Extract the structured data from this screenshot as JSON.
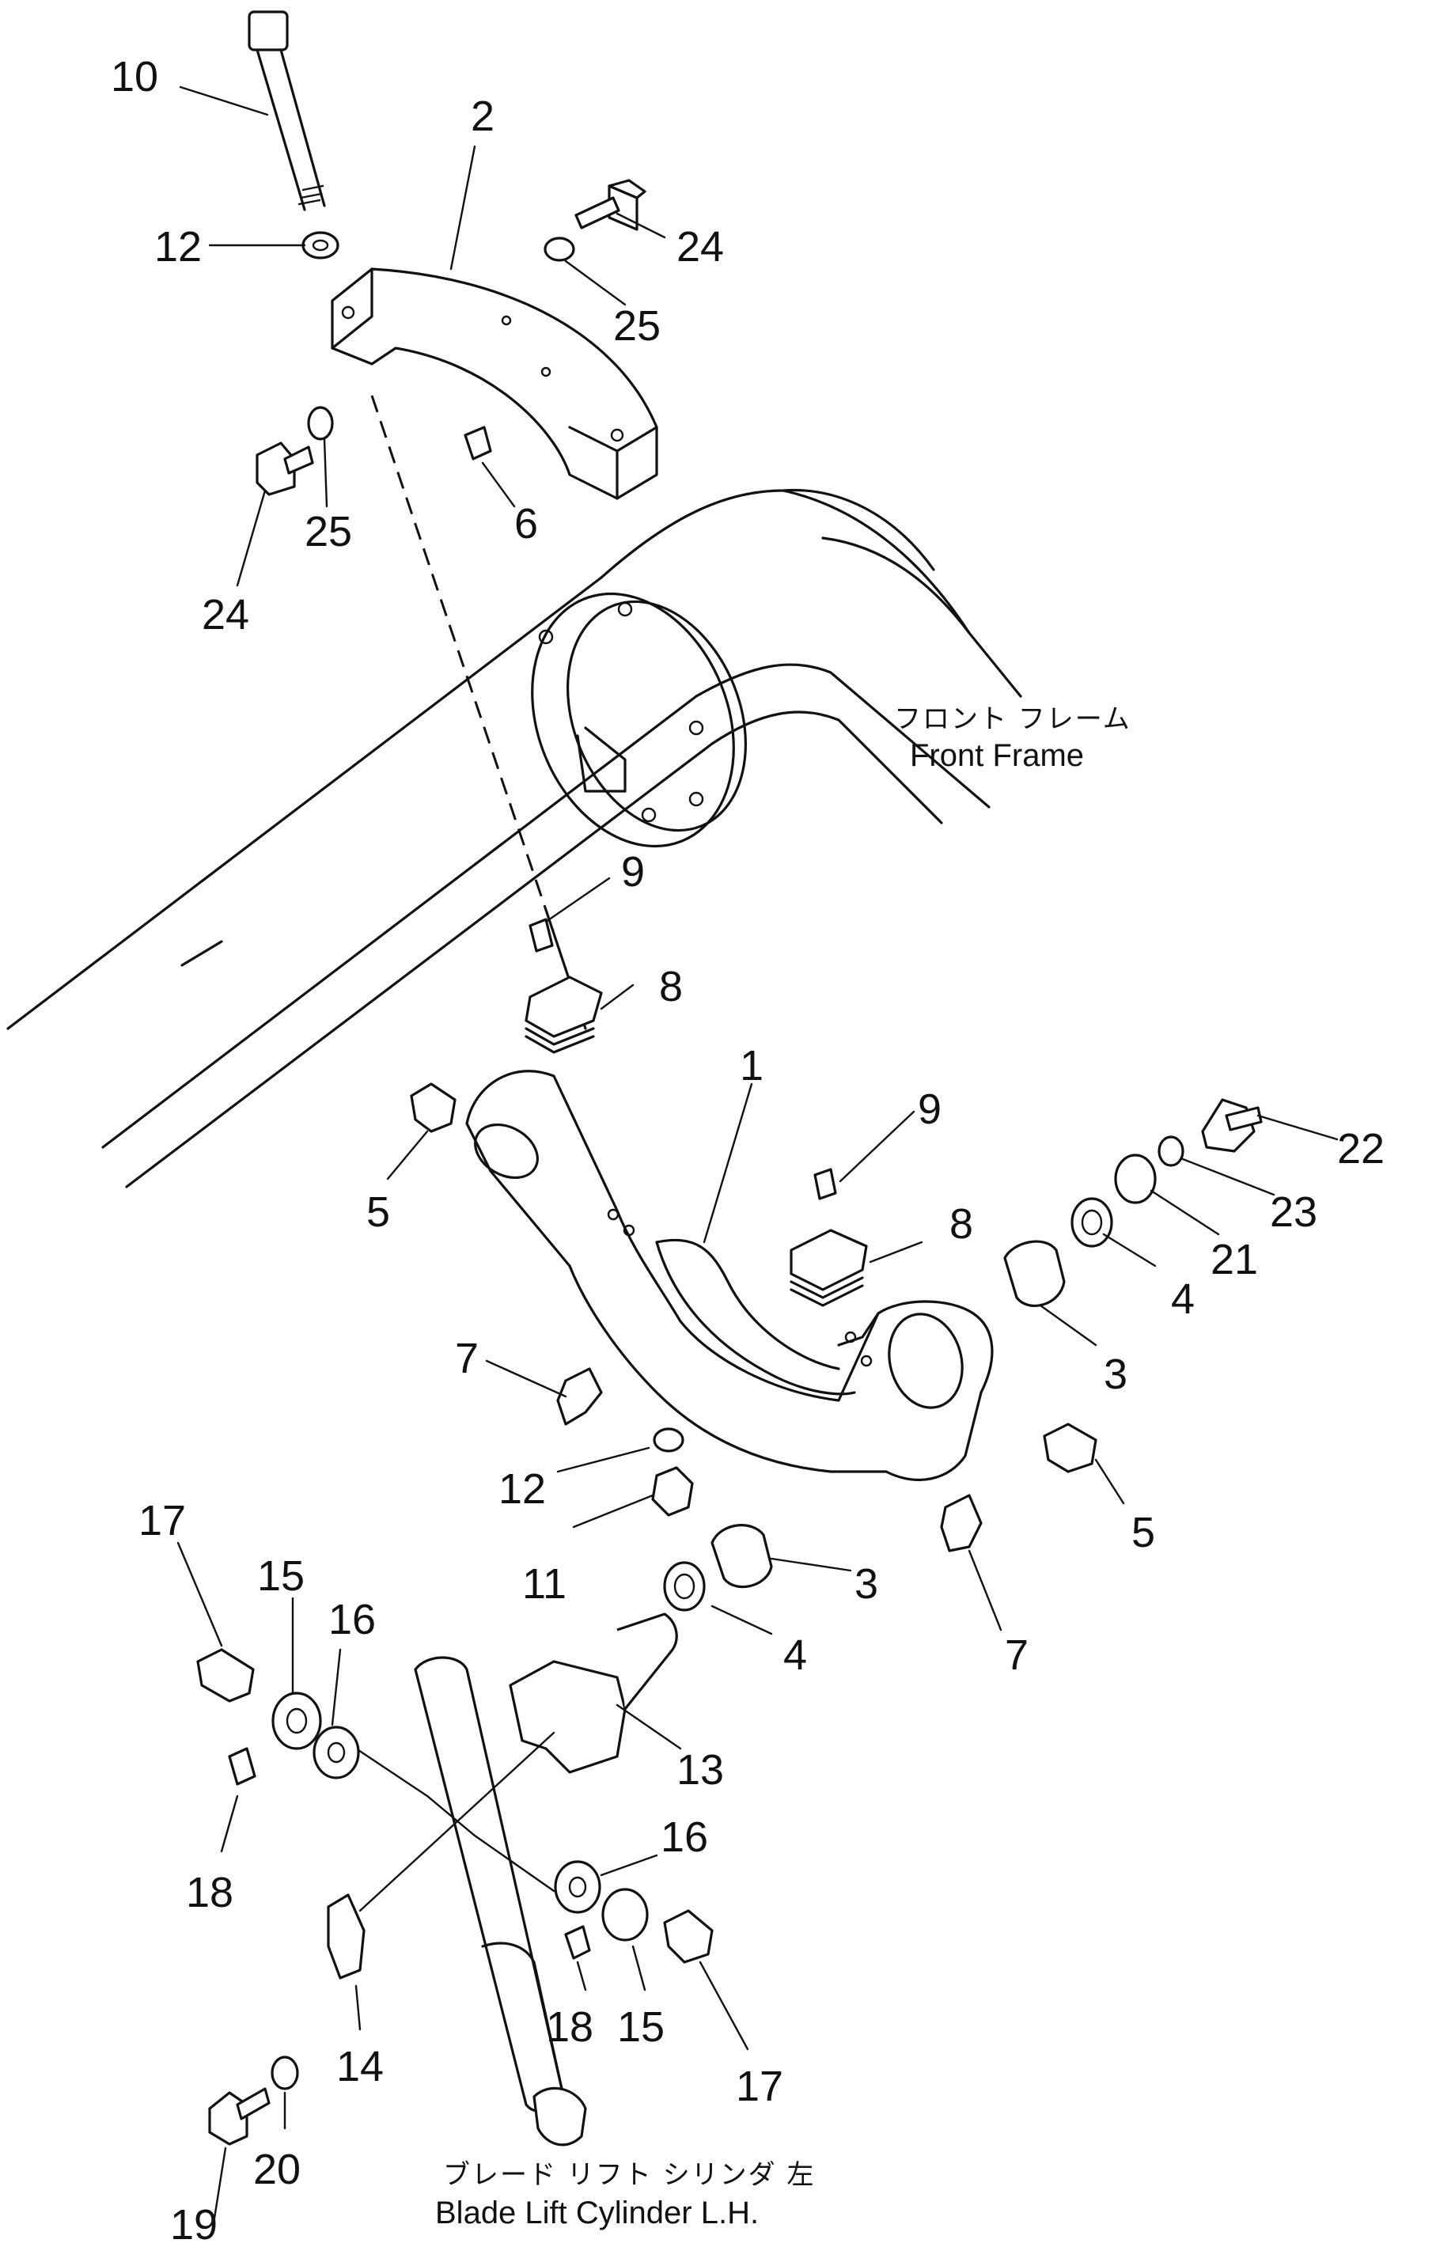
{
  "labels": {
    "front_frame_jp": "フロント フレーム",
    "front_frame_en": "Front Frame",
    "cylinder_jp": "ブレード リフト シリンダ 左",
    "cylinder_en": "Blade Lift Cylinder L.H."
  },
  "callouts": [
    {
      "id": "c10",
      "text": "10"
    },
    {
      "id": "c2",
      "text": "2"
    },
    {
      "id": "c12a",
      "text": "12"
    },
    {
      "id": "c24a",
      "text": "24"
    },
    {
      "id": "c25a",
      "text": "25"
    },
    {
      "id": "c25b",
      "text": "25"
    },
    {
      "id": "c6",
      "text": "6"
    },
    {
      "id": "c24b",
      "text": "24"
    },
    {
      "id": "c9a",
      "text": "9"
    },
    {
      "id": "c8a",
      "text": "8"
    },
    {
      "id": "c1",
      "text": "1"
    },
    {
      "id": "c9b",
      "text": "9"
    },
    {
      "id": "c22",
      "text": "22"
    },
    {
      "id": "c5a",
      "text": "5"
    },
    {
      "id": "c23",
      "text": "23"
    },
    {
      "id": "c8b",
      "text": "8"
    },
    {
      "id": "c21",
      "text": "21"
    },
    {
      "id": "c4a",
      "text": "4"
    },
    {
      "id": "c3a",
      "text": "3"
    },
    {
      "id": "c7a",
      "text": "7"
    },
    {
      "id": "c5b",
      "text": "5"
    },
    {
      "id": "c12b",
      "text": "12"
    },
    {
      "id": "c11",
      "text": "11"
    },
    {
      "id": "c3b",
      "text": "3"
    },
    {
      "id": "c4b",
      "text": "4"
    },
    {
      "id": "c7b",
      "text": "7"
    },
    {
      "id": "c17a",
      "text": "17"
    },
    {
      "id": "c15a",
      "text": "15"
    },
    {
      "id": "c16a",
      "text": "16"
    },
    {
      "id": "c13",
      "text": "13"
    },
    {
      "id": "c18a",
      "text": "18"
    },
    {
      "id": "c16b",
      "text": "16"
    },
    {
      "id": "c18b",
      "text": "18"
    },
    {
      "id": "c15b",
      "text": "15"
    },
    {
      "id": "c17b",
      "text": "17"
    },
    {
      "id": "c14",
      "text": "14"
    },
    {
      "id": "c20",
      "text": "20"
    },
    {
      "id": "c19",
      "text": "19"
    }
  ]
}
